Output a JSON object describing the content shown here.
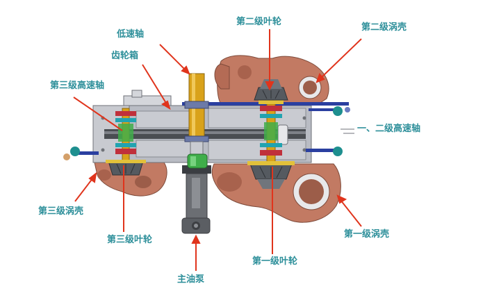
{
  "labels": {
    "low_speed_shaft": "低速轴",
    "gearbox": "齿轮箱",
    "stage3_high_speed_shaft": "第三级高速轴",
    "stage2_impeller": "第二级叶轮",
    "stage2_volute": "第二级涡壳",
    "stage12_high_speed_shaft": "一、二级高速轴",
    "stage3_volute": "第三级涡壳",
    "stage3_impeller": "第三级叶轮",
    "stage1_impeller": "第一级叶轮",
    "stage1_volute": "第一级涡壳",
    "main_oil_pump": "主油泵"
  },
  "colors": {
    "label_text": "#2d8f9a",
    "leader_line": "#e0341c",
    "volute_copper": "#c27a63",
    "casing_gray": "#b9bcc4",
    "shaft_gold": "#d9a21a",
    "impeller_dark": "#555a60",
    "pipe_blue": "#2a3fa0",
    "pump_gray": "#6b6e73",
    "seal_green": "#3fae4a",
    "bearing_red": "#c0303b",
    "bearing_teal": "#21a3b0"
  }
}
